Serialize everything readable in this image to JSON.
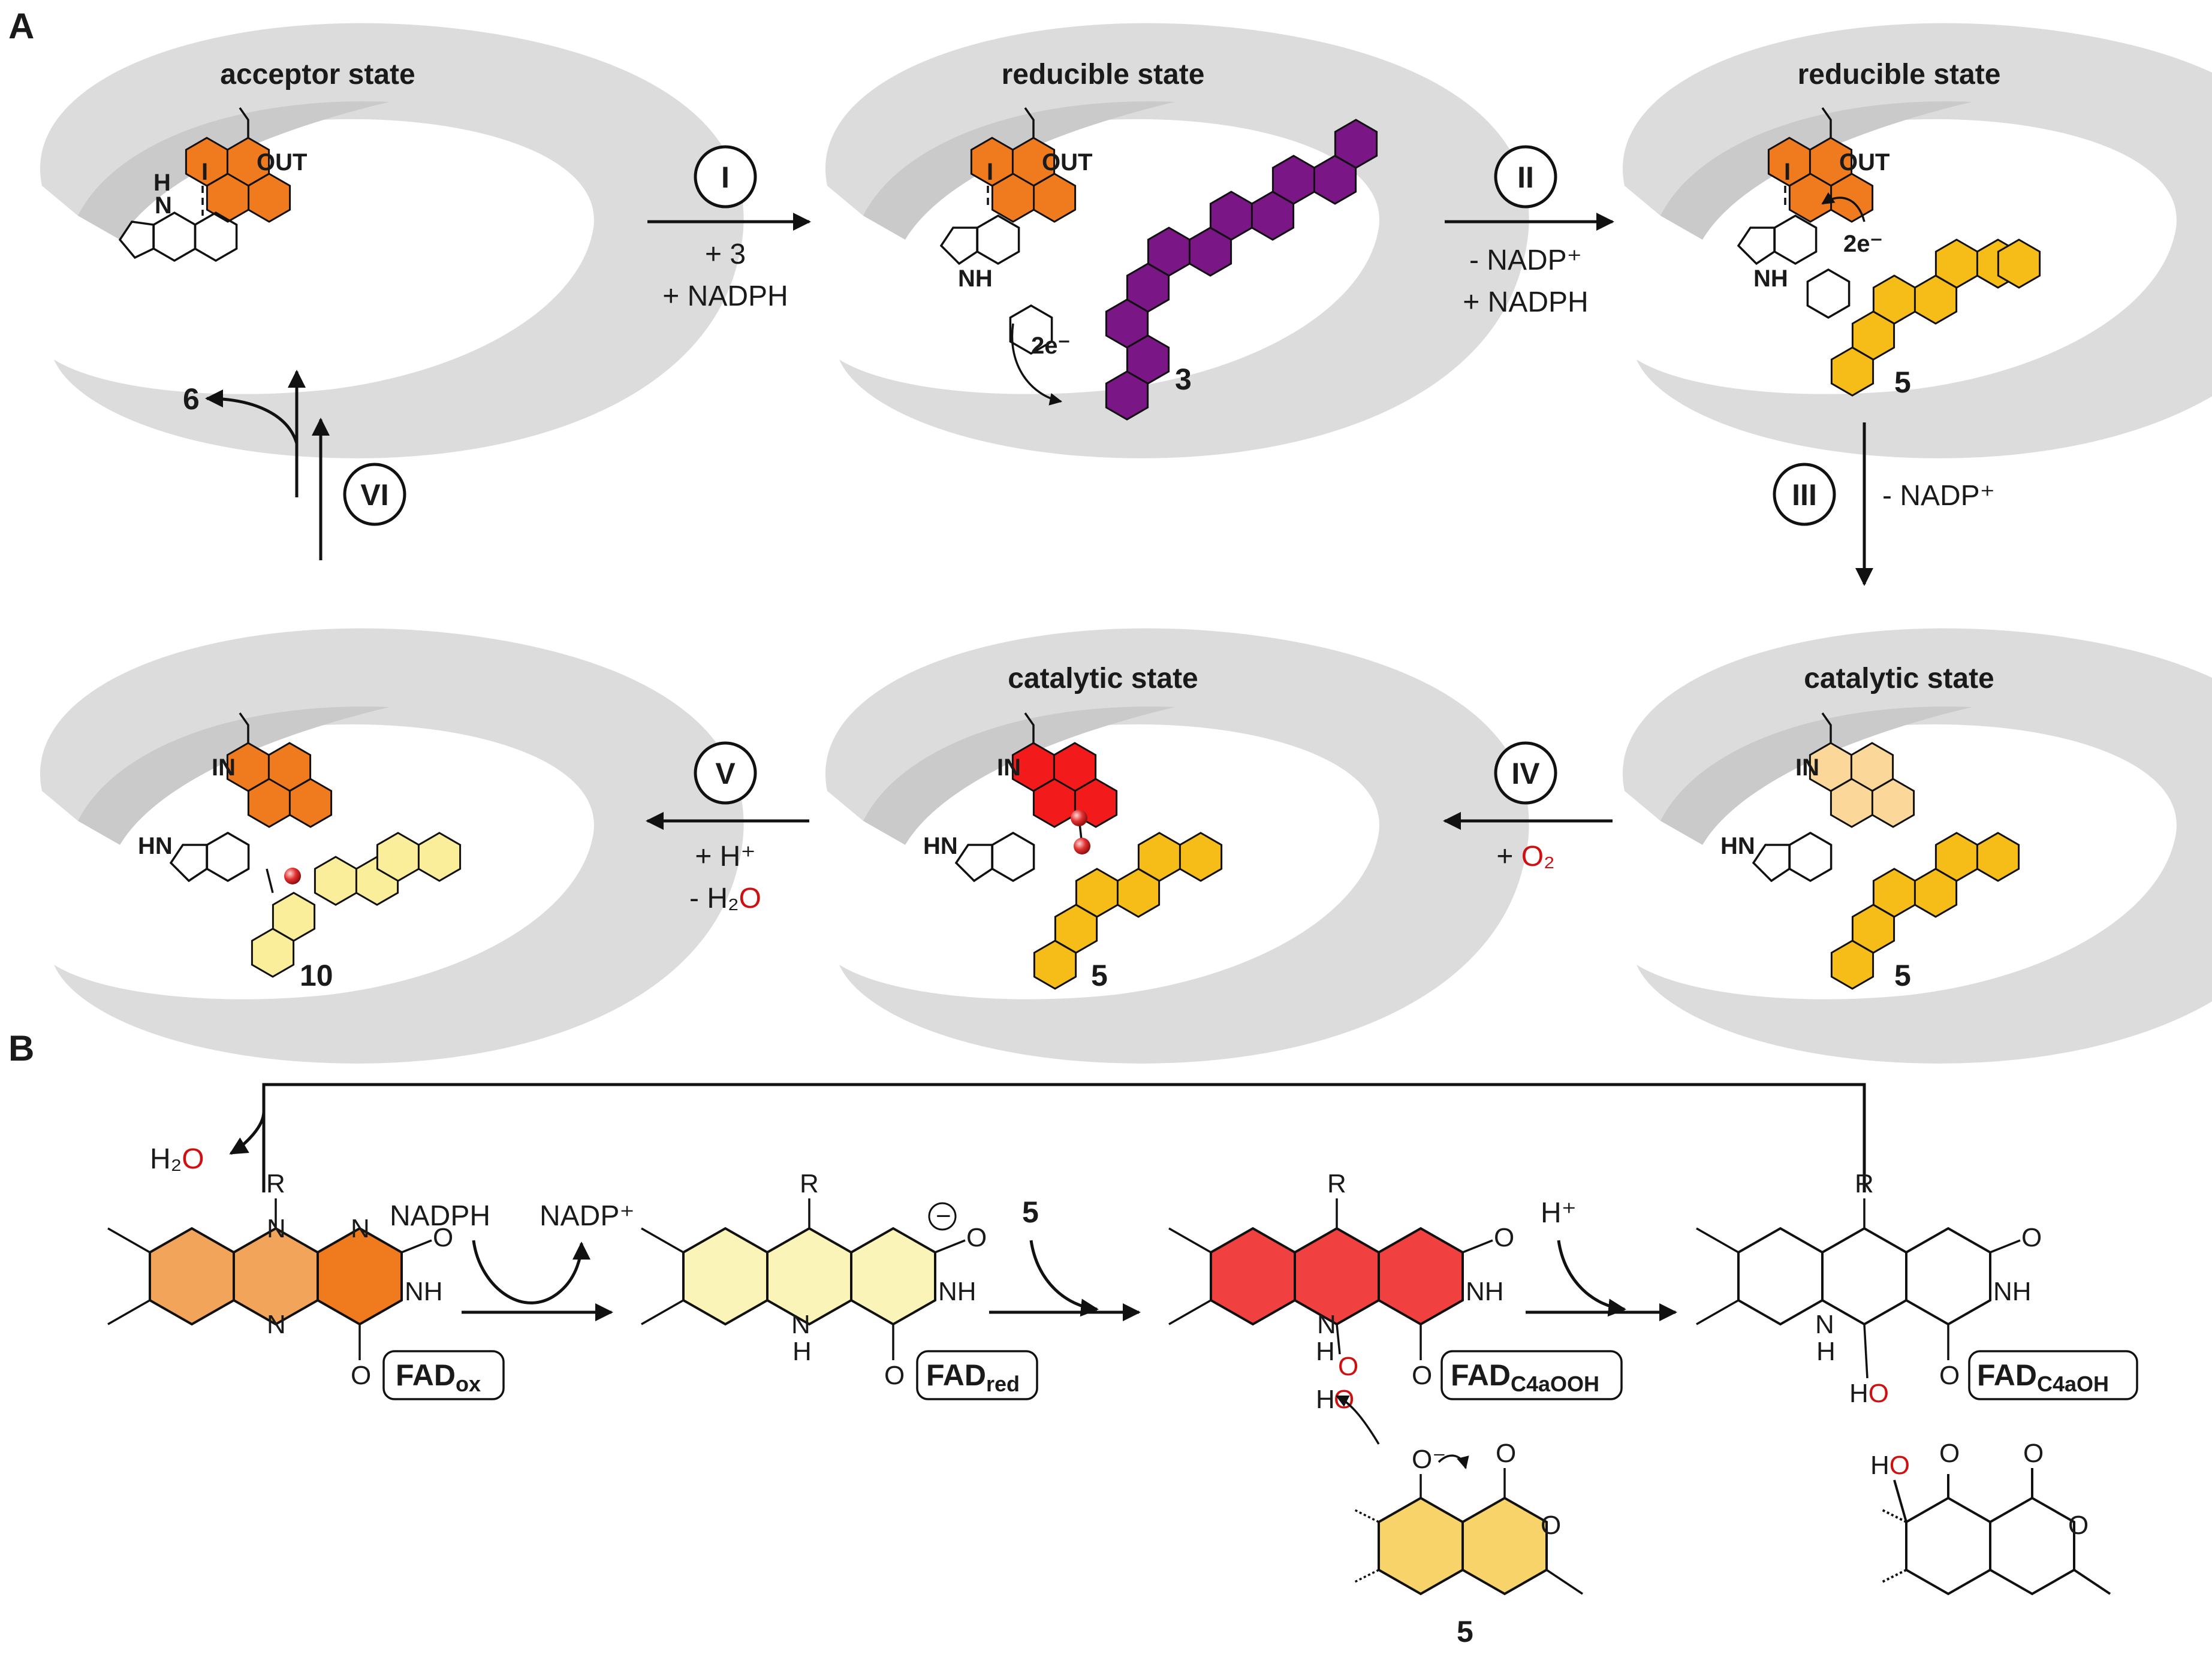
{
  "panels": {
    "a": "A",
    "b": "B"
  },
  "states": {
    "s1": "acceptor state",
    "s2": "reducible state",
    "s3": "reducible state",
    "s5": "catalytic state",
    "s4": "catalytic state"
  },
  "steps": {
    "i": "I",
    "ii": "II",
    "iii": "III",
    "iv": "IV",
    "v": "V",
    "vi": "VI"
  },
  "reagents": {
    "i_1": "+ 3",
    "i_2": "+ NADPH",
    "ii_1": "- NADP⁺",
    "ii_2": "+ NADPH",
    "iii": "- NADP⁺",
    "iv": "+ O₂",
    "v_1": "+ H⁺",
    "v_2": "- H₂O"
  },
  "compounds": {
    "c3": "3",
    "c5": "5",
    "c6": "6",
    "c10": "10"
  },
  "atoms": {
    "out": "OUT",
    "in": "IN",
    "nh": "NH",
    "hn": "HN",
    "h": "H",
    "two_e": "2e⁻"
  },
  "panel_b": {
    "h2o": "H₂O",
    "nadph": "NADPH",
    "nadp": "NADP⁺",
    "hplus": "H⁺",
    "cmpd5": "5",
    "r": "R",
    "fad_ox": "FAD",
    "fad_ox_sub": "ox",
    "fad_red": "FAD",
    "fad_red_sub": "red",
    "fad_ooh": "FAD",
    "fad_ooh_sub": "C4aOOH",
    "fad_oh": "FAD",
    "fad_oh_sub": "C4aOH"
  },
  "colors": {
    "protein": "#dcdcdc",
    "fad_ox": "#f07a1e",
    "fad_ox_light": "#f2a45a",
    "fad_red": "#fbf4b8",
    "fad_peroxy": "#f21a1a",
    "fad_pale": "#fbd79a",
    "substrate_3": "#7a1686",
    "substrate_5": "#f6bc18",
    "product_10": "#fbee9a",
    "oxygen": "#d01010"
  }
}
